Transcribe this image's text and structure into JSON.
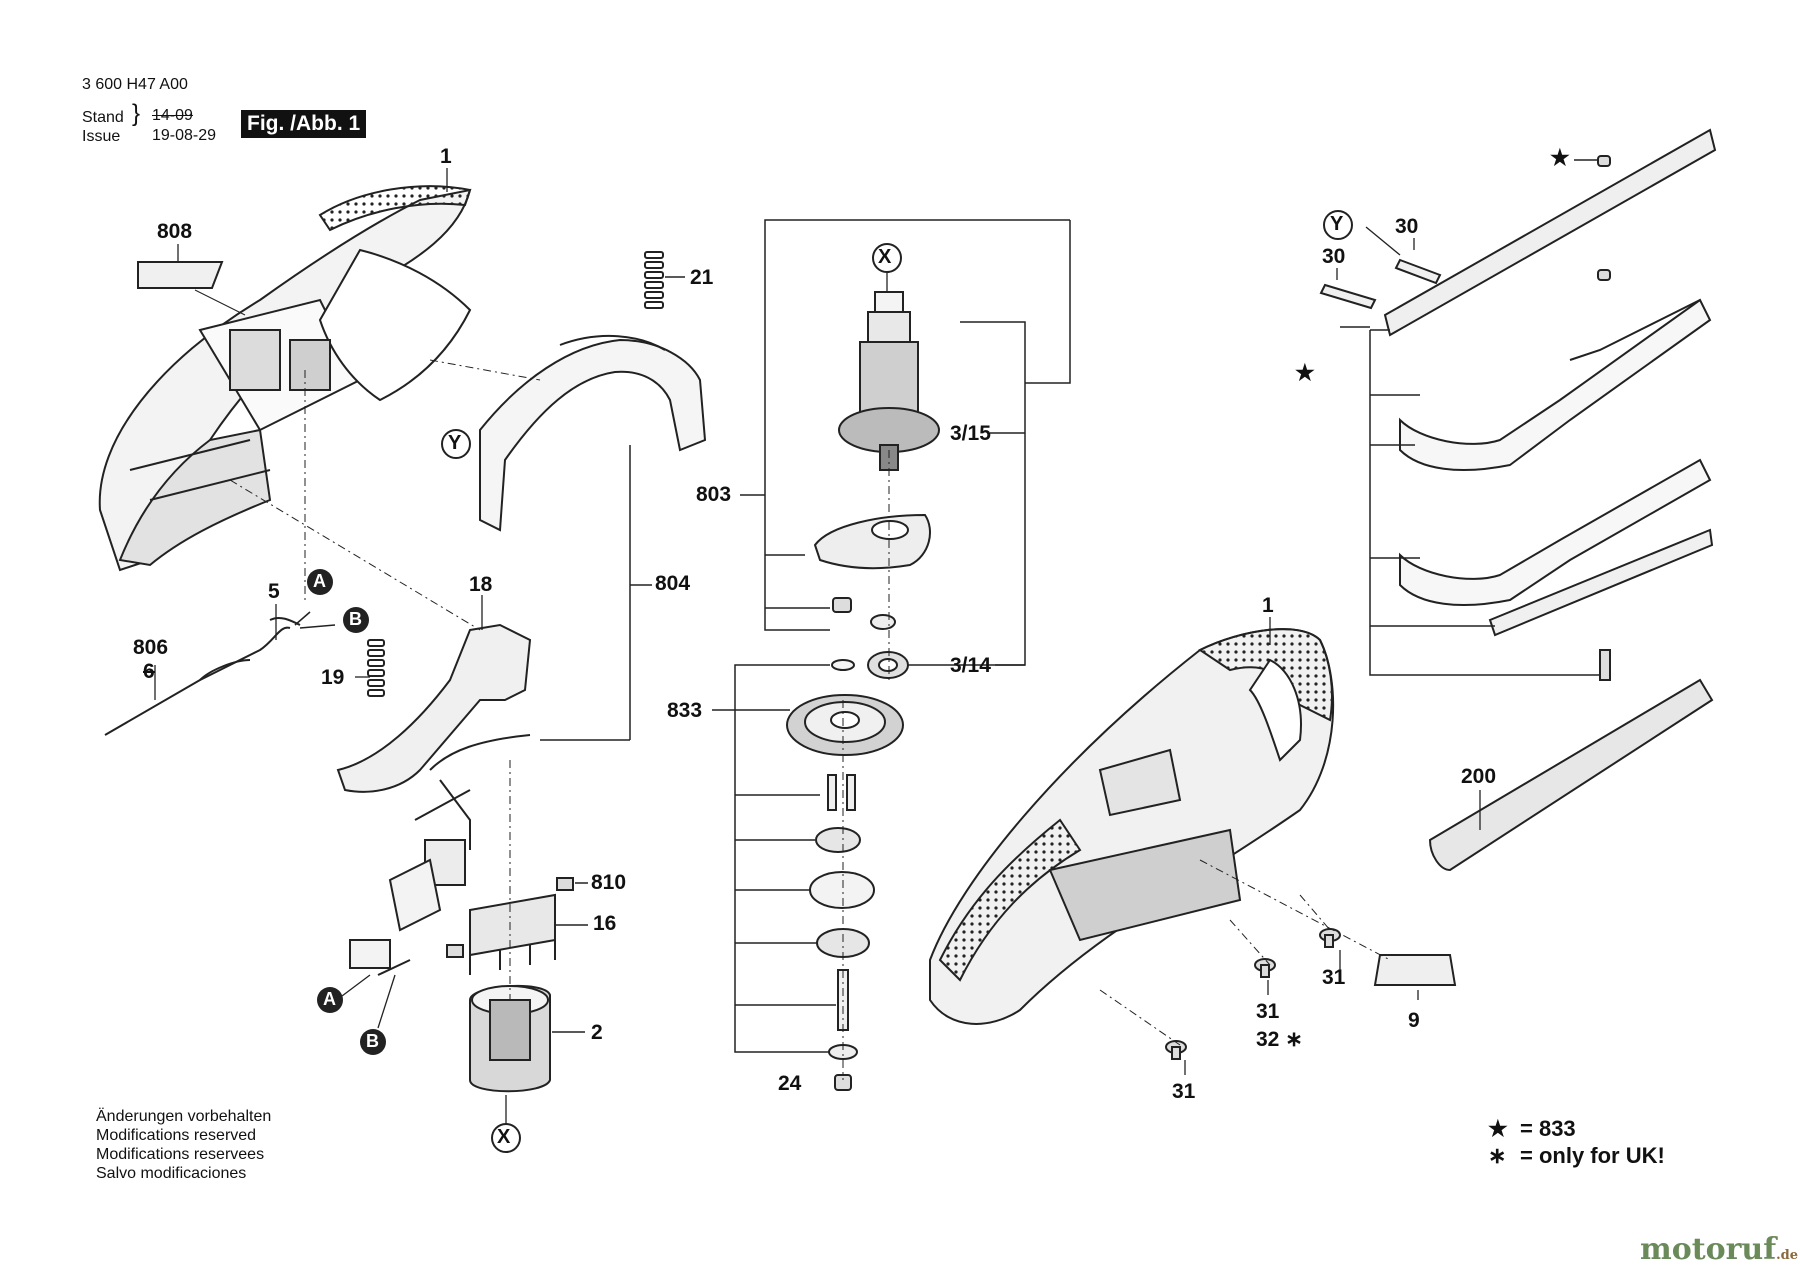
{
  "header": {
    "doc_number": "3 600 H47 A00",
    "stand_label": "Stand",
    "issue_label": "Issue",
    "stand_date": "14-09",
    "issue_date": "19-08-29",
    "figure_label": "Fig. /Abb. 1"
  },
  "parts": {
    "p1_top": "1",
    "p808": "808",
    "p21": "21",
    "p18": "18",
    "p19": "19",
    "p5": "5",
    "p806": "806",
    "p6": "6",
    "p804": "804",
    "p803": "803",
    "p3_15": "3/15",
    "p3_14": "3/14",
    "p833": "833",
    "p24": "24",
    "p810": "810",
    "p16": "16",
    "p2": "2",
    "p1_housing": "1",
    "p31_a": "31",
    "p31_b": "31",
    "p31_c": "31",
    "p32": "32 ∗",
    "p9": "9",
    "p200": "200",
    "p30_a": "30",
    "p30_b": "30"
  },
  "markers": {
    "x": "X",
    "y": "Y",
    "a": "A",
    "b": "B",
    "star": "★"
  },
  "notes": [
    "Änderungen vorbehalten",
    "Modifications reserved",
    "Modifications reservees",
    "Salvo modificaciones"
  ],
  "legend": {
    "star_symbol": "★",
    "star_text": "= 833",
    "asterisk_symbol": "∗",
    "asterisk_text": "= only for UK!"
  },
  "watermark": {
    "brand": "motoruf",
    "tld": ".de"
  }
}
